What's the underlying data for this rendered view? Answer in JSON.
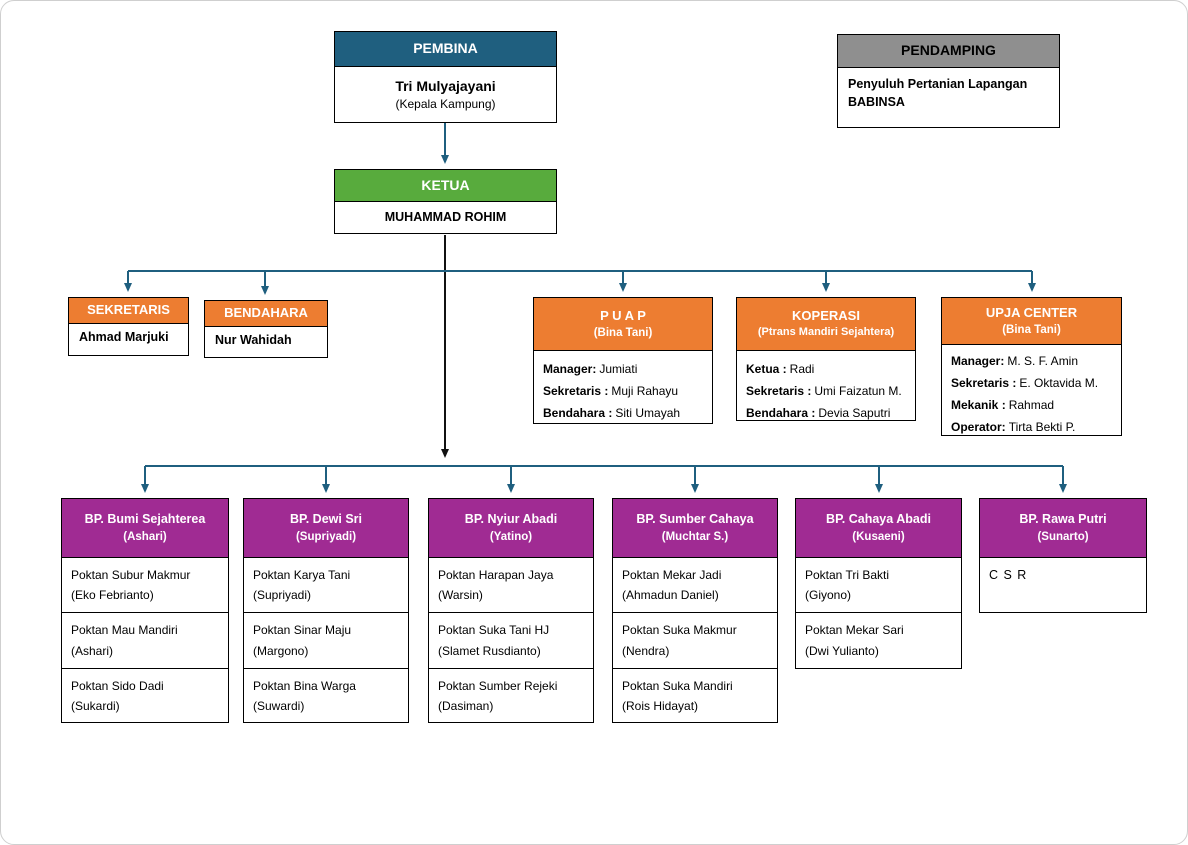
{
  "pembina": {
    "title": "PEMBINA",
    "name": "Tri Mulyajayani",
    "role": "(Kepala Kampung)"
  },
  "pendamping": {
    "title": "PENDAMPING",
    "line1": "Penyuluh Pertanian Lapangan",
    "line2": "BABINSA"
  },
  "ketua": {
    "title": "KETUA",
    "name": "MUHAMMAD ROHIM"
  },
  "sekretaris": {
    "title": "SEKRETARIS",
    "name": "Ahmad Marjuki"
  },
  "bendahara": {
    "title": "BENDAHARA",
    "name": "Nur Wahidah"
  },
  "units": [
    {
      "title": "P U A P",
      "subtitle": "(Bina Tani)",
      "members": [
        {
          "label": "Manager:",
          "value": "Jumiati"
        },
        {
          "label": "Sekretaris :",
          "value": "Muji Rahayu"
        },
        {
          "label": "Bendahara :",
          "value": "Siti Umayah"
        }
      ]
    },
    {
      "title": "KOPERASI",
      "subtitle": "(Ptrans Mandiri Sejahtera)",
      "members": [
        {
          "label": "Ketua :",
          "value": "Radi"
        },
        {
          "label": "Sekretaris :",
          "value": "Umi Faizatun M."
        },
        {
          "label": "Bendahara :",
          "value": "Devia Saputri"
        }
      ]
    },
    {
      "title": "UPJA CENTER",
      "subtitle": "(Bina Tani)",
      "members": [
        {
          "label": "Manager:",
          "value": "M. S. F. Amin"
        },
        {
          "label": "Sekretaris :",
          "value": "E. Oktavida M."
        },
        {
          "label": "Mekanik :",
          "value": "Rahmad"
        },
        {
          "label": "Operator:",
          "value": "Tirta Bekti P."
        }
      ]
    }
  ],
  "bp_groups": [
    {
      "title": "BP. Bumi Sejahterea",
      "subtitle": "(Ashari)",
      "poktan": [
        {
          "name": "Poktan Subur Makmur",
          "leader": "(Eko Febrianto)"
        },
        {
          "name": "Poktan Mau Mandiri",
          "leader": "(Ashari)"
        },
        {
          "name": "Poktan Sido Dadi",
          "leader": "(Sukardi)"
        }
      ]
    },
    {
      "title": "BP. Dewi Sri",
      "subtitle": "(Supriyadi)",
      "poktan": [
        {
          "name": "Poktan Karya Tani",
          "leader": "(Supriyadi)"
        },
        {
          "name": "Poktan Sinar Maju",
          "leader": "(Margono)"
        },
        {
          "name": "Poktan Bina Warga",
          "leader": "(Suwardi)"
        }
      ]
    },
    {
      "title": "BP. Nyiur Abadi",
      "subtitle": "(Yatino)",
      "poktan": [
        {
          "name": "Poktan Harapan Jaya",
          "leader": "(Warsin)"
        },
        {
          "name": "Poktan Suka Tani HJ",
          "leader": "(Slamet Rusdianto)"
        },
        {
          "name": "Poktan Sumber Rejeki",
          "leader": "(Dasiman)"
        }
      ]
    },
    {
      "title": "BP. Sumber Cahaya",
      "subtitle": "(Muchtar S.)",
      "poktan": [
        {
          "name": "Poktan Mekar Jadi",
          "leader": "(Ahmadun Daniel)"
        },
        {
          "name": "Poktan Suka Makmur",
          "leader": "(Nendra)"
        },
        {
          "name": "Poktan Suka Mandiri",
          "leader": "(Rois Hidayat)"
        }
      ]
    },
    {
      "title": "BP. Cahaya Abadi",
      "subtitle": "(Kusaeni)",
      "poktan": [
        {
          "name": "Poktan Tri Bakti",
          "leader": "(Giyono)"
        },
        {
          "name": "Poktan Mekar Sari",
          "leader": "(Dwi Yulianto)"
        }
      ]
    },
    {
      "title": "BP. Rawa Putri",
      "subtitle": "(Sunarto)",
      "poktan": [
        {
          "name": "C S R",
          "leader": ""
        }
      ]
    }
  ],
  "colors": {
    "pembina_header": "#1F5F7F",
    "pendamping_header": "#8F8F8F",
    "ketua_header": "#58AB3D",
    "unit_header": "#ED7D31",
    "bp_header": "#A02B93",
    "connector": "#1F5F7F"
  }
}
